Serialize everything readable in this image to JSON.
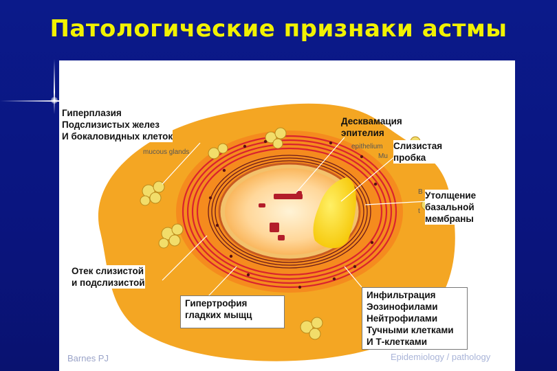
{
  "slide": {
    "title": "Патологические признаки астмы"
  },
  "labels": {
    "hyperplasia": "Гиперплазия\nПодслизистых желез\nИ бокаловидных клеток",
    "desquamation": "Десквамация\nэпителия",
    "mucus_plug": "Слизистая\nпробка",
    "basement_membrane": "Утолщение\nбазальной\nмембраны",
    "edema": "Отек слизистой\nи подслизистой",
    "smooth_muscle": "Гипертрофия\nгладких мыщц",
    "infiltration": "Инфильтрация\nЭозинофилами\nНейтрофилами\nТучными клетками\nИ Т-клетками"
  },
  "underlying_text": {
    "mucous_glands": "mucous glands",
    "epithelium": "epithelium",
    "mu": "Mu",
    "b_fragment": "B",
    "t_fragment": "t"
  },
  "footer": {
    "left": "Barnes PJ",
    "right": "Epidemiology / pathology"
  },
  "colors": {
    "title": "#f2f200",
    "background": "#0a1580",
    "outer_tissue": "#f4a623",
    "submucosa": "#f58b1e",
    "muscle_rings": "#d9232e",
    "mucus": "#ffd200"
  }
}
